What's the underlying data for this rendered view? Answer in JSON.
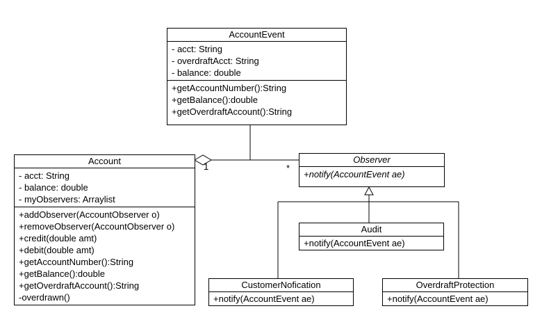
{
  "classes": {
    "account_event": {
      "name": "AccountEvent",
      "attributes": [
        "- acct: String",
        "- overdraftAcct: String",
        "- balance: double"
      ],
      "operations": [
        "+getAccountNumber():String",
        "+getBalance():double",
        "+getOverdraftAccount():String"
      ]
    },
    "account": {
      "name": "Account",
      "attributes": [
        "- acct: String",
        "- balance: double",
        "- myObservers: Arraylist"
      ],
      "operations": [
        "+addObserver(AccountObserver o)",
        "+removeObserver(AccountObserver o)",
        "+credit(double amt)",
        "+debit(double amt)",
        "+getAccountNumber():String",
        "+getBalance():double",
        "+getOverdraftAccount():String",
        "-overdrawn()"
      ]
    },
    "observer": {
      "name": "Observer",
      "operations": [
        "+notify(AccountEvent ae)"
      ]
    },
    "audit": {
      "name": "Audit",
      "operations": [
        "+notify(AccountEvent ae)"
      ]
    },
    "customer_notification": {
      "name": "CustomerNofication",
      "operations": [
        "+notify(AccountEvent ae)"
      ]
    },
    "overdraft_protection": {
      "name": "OverdraftProtection",
      "operations": [
        "+notify(AccountEvent ae)"
      ]
    }
  },
  "multiplicities": {
    "account_end": "1",
    "observer_end": "*"
  }
}
